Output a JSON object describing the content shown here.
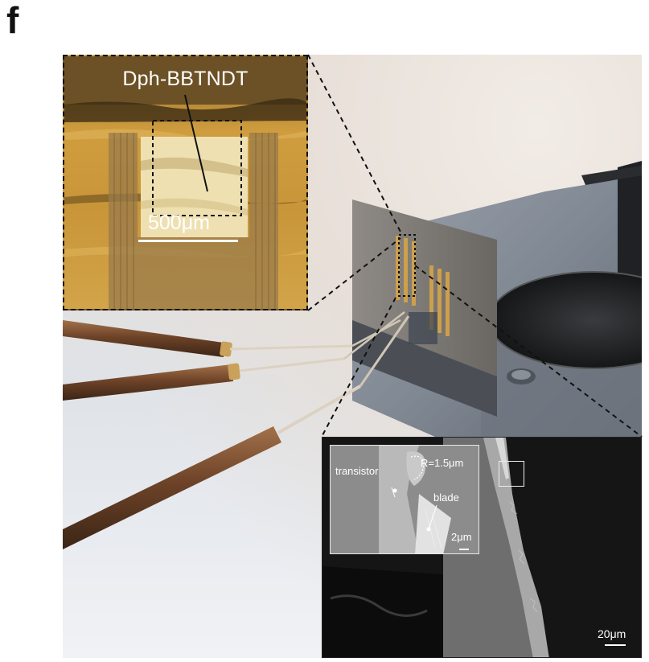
{
  "figure": {
    "panel_letter": "f"
  },
  "optical_inset": {
    "material_label": "Dph-BBTNDT",
    "scale_label": "500μm"
  },
  "sem_inset": {
    "scale_label": "20μm",
    "subinset": {
      "transistor_label": "transistor",
      "radius_label": "R=1.5μm",
      "blade_label": "blade",
      "scale_label": "2μm"
    }
  },
  "colors": {
    "gold_film": "#cf9d3e",
    "sem_background": "#151515",
    "probe_copper": "#7a4e2e"
  }
}
